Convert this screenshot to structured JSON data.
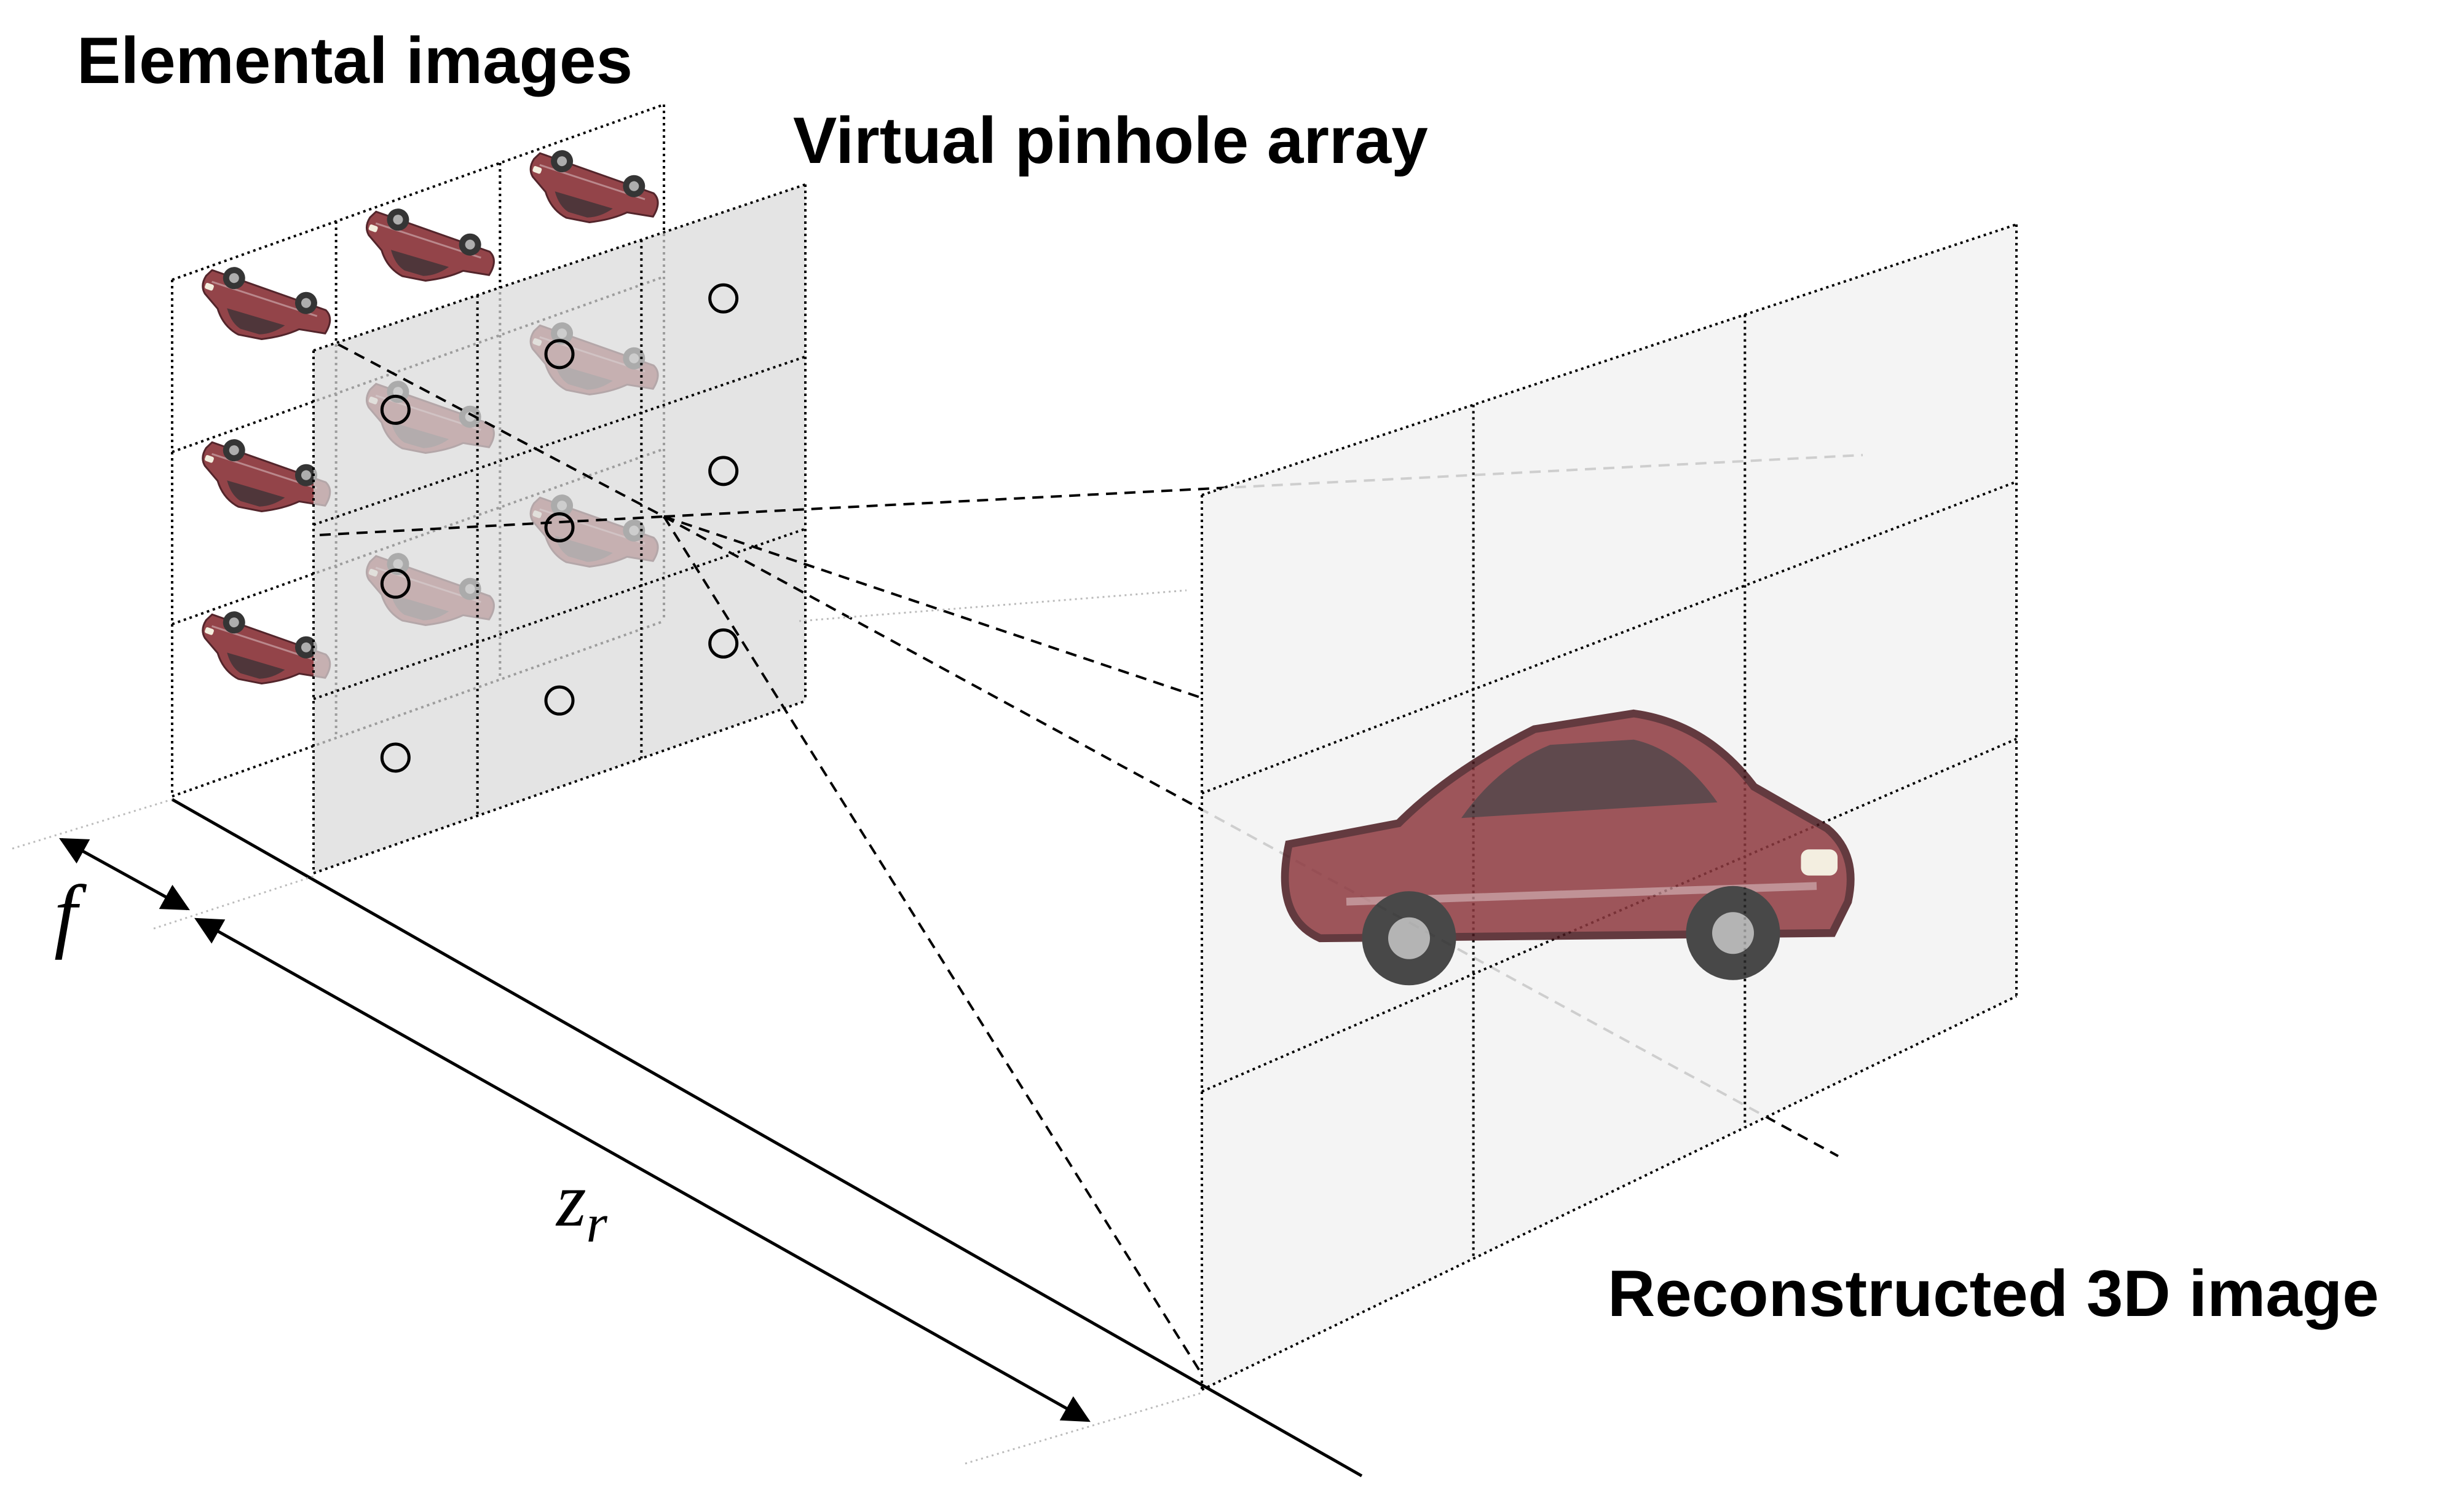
{
  "labels": {
    "elemental_images": "Elemental images",
    "virtual_pinhole_array": "Virtual pinhole array",
    "reconstructed_3d_image": "Reconstructed 3D image"
  },
  "symbols": {
    "f": "f",
    "z": "z",
    "r": "r"
  },
  "grid": {
    "elemental_rows": 3,
    "elemental_cols": 3,
    "pinhole_rows": 3,
    "pinhole_cols": 3
  },
  "colors": {
    "car_body": "#8e3a40",
    "car_dark": "#4a1a20",
    "panel_fill": "#d9d9d9",
    "screen_fill": "#f2f2f2",
    "line": "#000000"
  },
  "icons": {
    "car": "car-icon",
    "pinhole": "pinhole-circle-icon"
  }
}
